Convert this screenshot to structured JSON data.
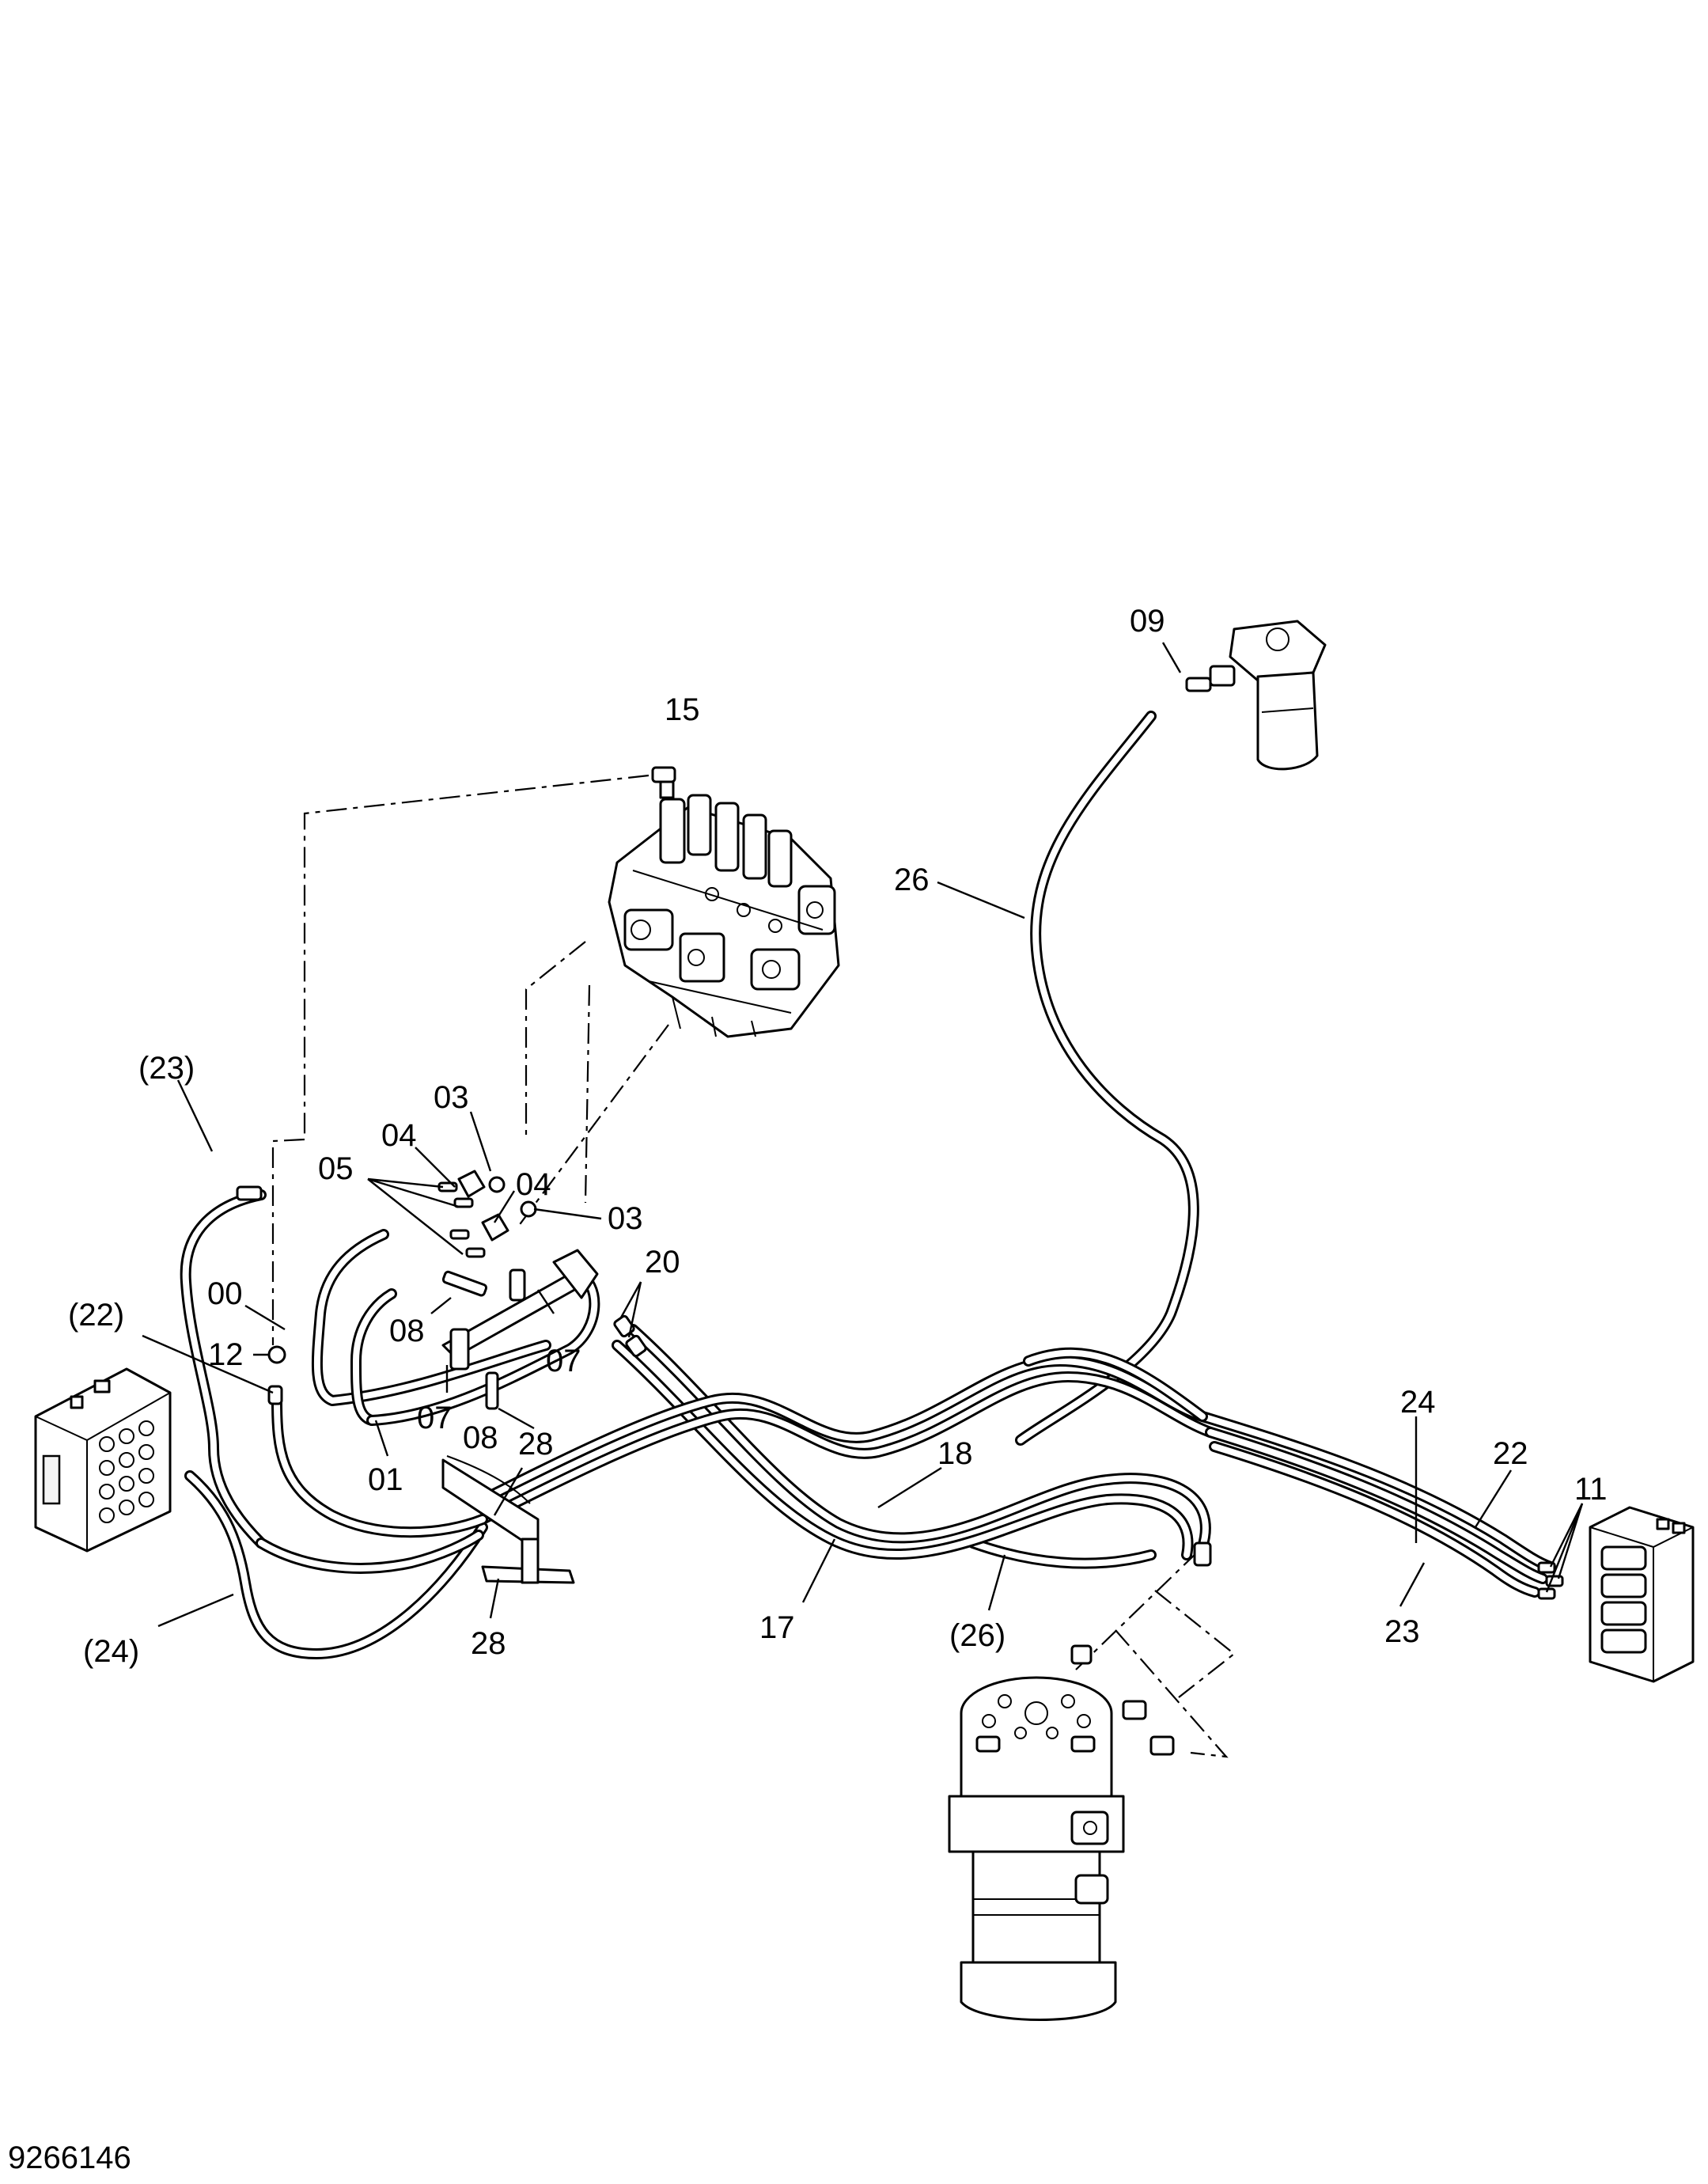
{
  "diagram": {
    "document_number": "9266146",
    "callouts": [
      {
        "id": "c15",
        "text": "15"
      },
      {
        "id": "c09",
        "text": "09"
      },
      {
        "id": "c26",
        "text": "26"
      },
      {
        "id": "c23p",
        "text": "(23)"
      },
      {
        "id": "c03a",
        "text": "03"
      },
      {
        "id": "c04a",
        "text": "04"
      },
      {
        "id": "c05",
        "text": "05"
      },
      {
        "id": "c04b",
        "text": "04"
      },
      {
        "id": "c03b",
        "text": "03"
      },
      {
        "id": "c20",
        "text": "20"
      },
      {
        "id": "c00",
        "text": "00"
      },
      {
        "id": "c08a",
        "text": "08"
      },
      {
        "id": "c22p",
        "text": "(22)"
      },
      {
        "id": "c12",
        "text": "12"
      },
      {
        "id": "c07a",
        "text": "07"
      },
      {
        "id": "c07b",
        "text": "07"
      },
      {
        "id": "c08b",
        "text": "08"
      },
      {
        "id": "c28a",
        "text": "28"
      },
      {
        "id": "c01",
        "text": "01"
      },
      {
        "id": "c18",
        "text": "18"
      },
      {
        "id": "c24",
        "text": "24"
      },
      {
        "id": "c22",
        "text": "22"
      },
      {
        "id": "c11",
        "text": "11"
      },
      {
        "id": "c24p",
        "text": "(24)"
      },
      {
        "id": "c28b",
        "text": "28"
      },
      {
        "id": "c17",
        "text": "17"
      },
      {
        "id": "c26p",
        "text": "(26)"
      },
      {
        "id": "c23",
        "text": "23"
      }
    ]
  }
}
